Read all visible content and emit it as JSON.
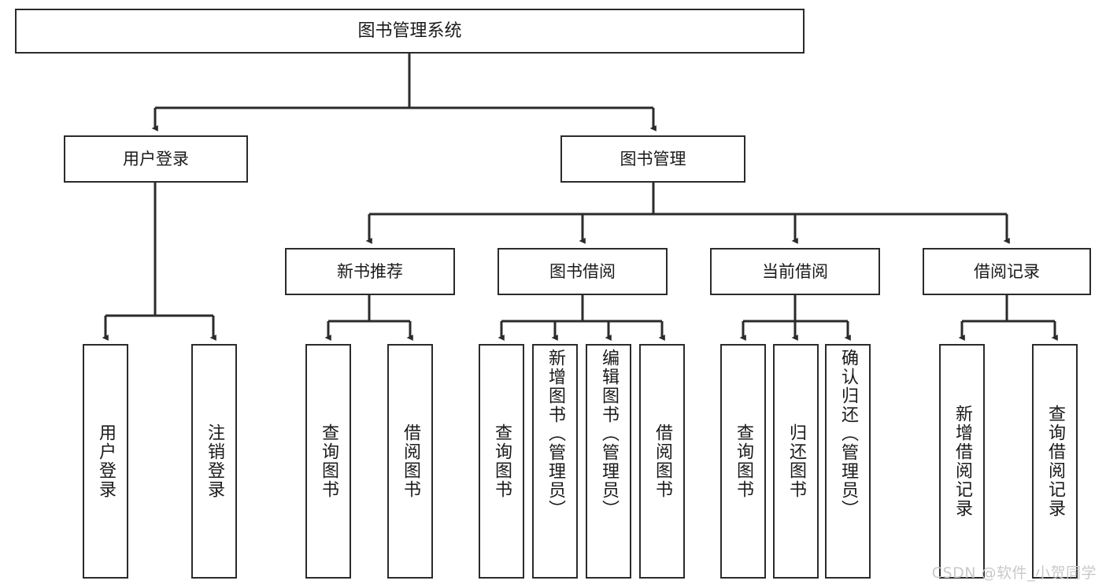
{
  "diagram": {
    "type": "tree-hierarchy",
    "title": "图书管理系统",
    "watermark": "CSDN @软件_小贺同学",
    "colors": {
      "box_border": "#2b2b2b",
      "box_fill": "#ffffff",
      "connector": "#2b2b2b",
      "text": "#1a1a1a",
      "watermark": "#c9c9c9",
      "background": "#ffffff"
    },
    "levels": {
      "level0": {
        "label": "图书管理系统",
        "orientation": "horizontal"
      },
      "level1": [
        {
          "label": "用户登录",
          "orientation": "horizontal"
        },
        {
          "label": "图书管理",
          "orientation": "horizontal"
        }
      ],
      "level2": [
        {
          "label": "新书推荐",
          "orientation": "horizontal",
          "parent": "图书管理"
        },
        {
          "label": "图书借阅",
          "orientation": "horizontal",
          "parent": "图书管理"
        },
        {
          "label": "当前借阅",
          "orientation": "horizontal",
          "parent": "图书管理"
        },
        {
          "label": "借阅记录",
          "orientation": "horizontal",
          "parent": "图书管理"
        }
      ],
      "level3": [
        {
          "label": "用户登录",
          "orientation": "vertical",
          "parent": "用户登录"
        },
        {
          "label": "注销登录",
          "orientation": "vertical",
          "parent": "用户登录"
        },
        {
          "label": "查询图书",
          "orientation": "vertical",
          "parent": "新书推荐"
        },
        {
          "label": "借阅图书",
          "orientation": "vertical",
          "parent": "新书推荐"
        },
        {
          "label": "查询图书",
          "orientation": "vertical",
          "parent": "图书借阅"
        },
        {
          "label": "新增图书（管理员）",
          "orientation": "vertical",
          "parent": "图书借阅"
        },
        {
          "label": "编辑图书（管理员）",
          "orientation": "vertical",
          "parent": "图书借阅"
        },
        {
          "label": "借阅图书",
          "orientation": "vertical",
          "parent": "图书借阅"
        },
        {
          "label": "查询图书",
          "orientation": "vertical",
          "parent": "当前借阅"
        },
        {
          "label": "归还图书",
          "orientation": "vertical",
          "parent": "当前借阅"
        },
        {
          "label": "确认归还（管理员）",
          "orientation": "vertical",
          "parent": "当前借阅"
        },
        {
          "label": "新增借阅记录",
          "orientation": "vertical",
          "parent": "借阅记录"
        },
        {
          "label": "查询借阅记录",
          "orientation": "vertical",
          "parent": "借阅记录"
        }
      ]
    }
  }
}
